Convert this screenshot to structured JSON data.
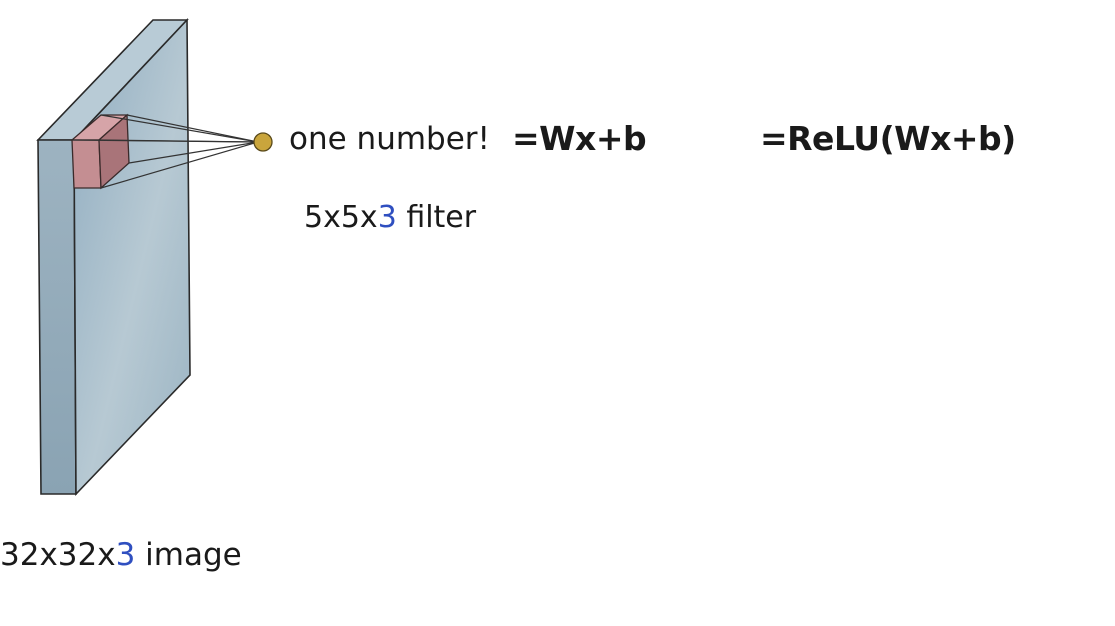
{
  "labels": {
    "output": "one number!",
    "linear": "=Wx+b",
    "activation": "=ReLU(Wx+b)",
    "filter": {
      "prefix": "5x5x",
      "depth": "3",
      "suffix": " filter"
    },
    "image": {
      "prefix": "32x32x",
      "depth": "3",
      "suffix": " image"
    }
  },
  "colors": {
    "volume_front": "#9fb6c4",
    "volume_side": "#7f9cae",
    "volume_top": "#b8cbd6",
    "filter_front": "#c48e92",
    "filter_side": "#a97479",
    "neuron": "#c9a53c",
    "depth_accent": "#2f4fc0"
  }
}
